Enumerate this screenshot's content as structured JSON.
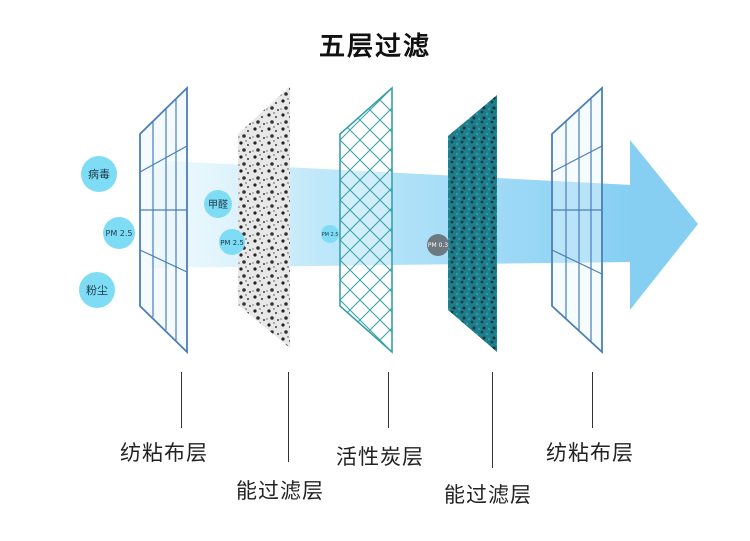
{
  "title": "五层过滤",
  "particles": {
    "virus": "病毒",
    "pm25_left": "PM 2.5",
    "dust": "粉尘",
    "formaldehyde": "甲醛",
    "pm25_mid": "PM 2.5",
    "pm25_small": "PM 2.5",
    "pm03": "PM 0.3"
  },
  "layers": [
    {
      "label": "纺粘布层"
    },
    {
      "label": "能过滤层"
    },
    {
      "label": "活性炭层"
    },
    {
      "label": "能过滤层"
    },
    {
      "label": "纺粘布层"
    }
  ],
  "colors": {
    "arrow": "#8fd3f6",
    "particle": "#7fdcf5",
    "mesh_line": "#4a7fb8",
    "carbon_mesh": "#3aa0a8",
    "teal_layer": "#176a78",
    "pm03_particle": "#6e7880"
  }
}
